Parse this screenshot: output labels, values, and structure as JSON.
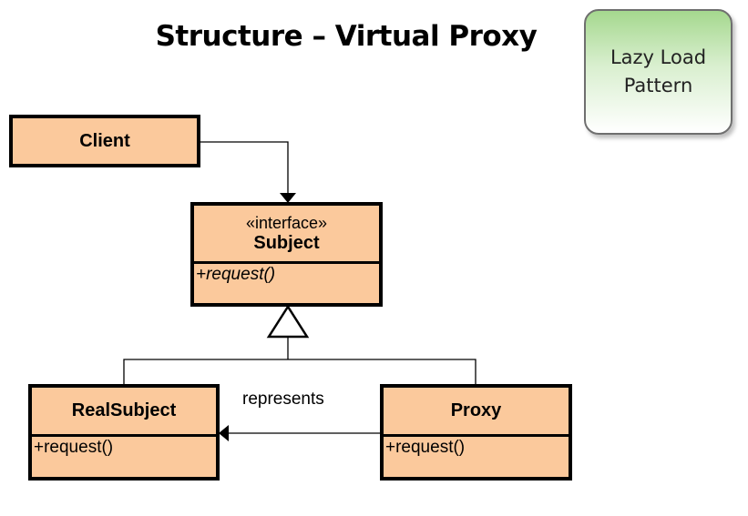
{
  "title": "Structure – Virtual Proxy",
  "note": {
    "text": "Lazy Load\nPattern"
  },
  "classes": {
    "client": {
      "name": "Client"
    },
    "subject": {
      "stereotype": "«interface»",
      "name": "Subject",
      "operation": "+request()"
    },
    "real_subject": {
      "name": "RealSubject",
      "operation": "+request()"
    },
    "proxy": {
      "name": "Proxy",
      "operation": "+request()"
    }
  },
  "association_label": "represents",
  "colors": {
    "class_fill": "#fbc99c",
    "note_fill_top": "#a5d88e",
    "line": "#000000"
  }
}
